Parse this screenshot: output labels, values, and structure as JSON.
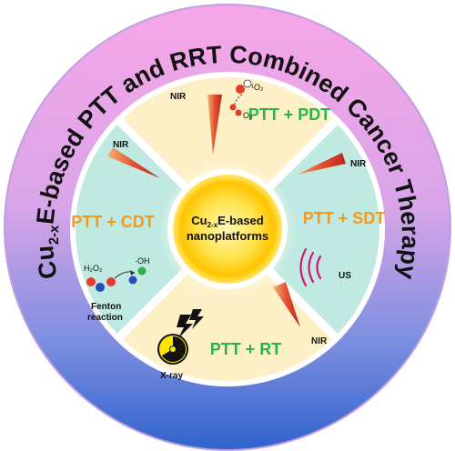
{
  "title": {
    "prefix": "Cu",
    "subscript": "2-x",
    "rest": "E-based PTT and RRT Combined Cancer Therapy"
  },
  "center": {
    "line1_prefix": "Cu",
    "line1_subscript": "2-x",
    "line1_rest": "E-based",
    "line2": "nanoplatforms"
  },
  "sectors": {
    "pdt": {
      "label": "PTT + PDT",
      "color": "#2db24a",
      "fill": "#fdf0c6"
    },
    "sdt": {
      "label": "PTT + SDT",
      "color": "#f39a1e",
      "fill": "#bfe9e1"
    },
    "rt": {
      "label": "PTT + RT",
      "color": "#2db24a",
      "fill": "#fdf0c6"
    },
    "cdt": {
      "label": "PTT + CDT",
      "color": "#f39a1e",
      "fill": "#bfe9e1"
    }
  },
  "annotations": {
    "nir": "NIR",
    "us": "US",
    "xray": "X-ray",
    "singlet_oxygen": "¹O₂",
    "oxygen": "O₂",
    "h2o2": "H₂O₂",
    "hydroxyl": "·OH",
    "fenton_line1": "Fenton",
    "fenton_line2": "reaction"
  },
  "colors": {
    "ring_inner": "#e9a6e6",
    "ring_outer": "#3a6fd0",
    "ring_top": "#f08fdc",
    "core": "#ffd92e",
    "core_glow": "#fff3a8",
    "divider": "#ffffff",
    "laser_dark": "#c0392b",
    "laser_light": "#f6a04d"
  }
}
